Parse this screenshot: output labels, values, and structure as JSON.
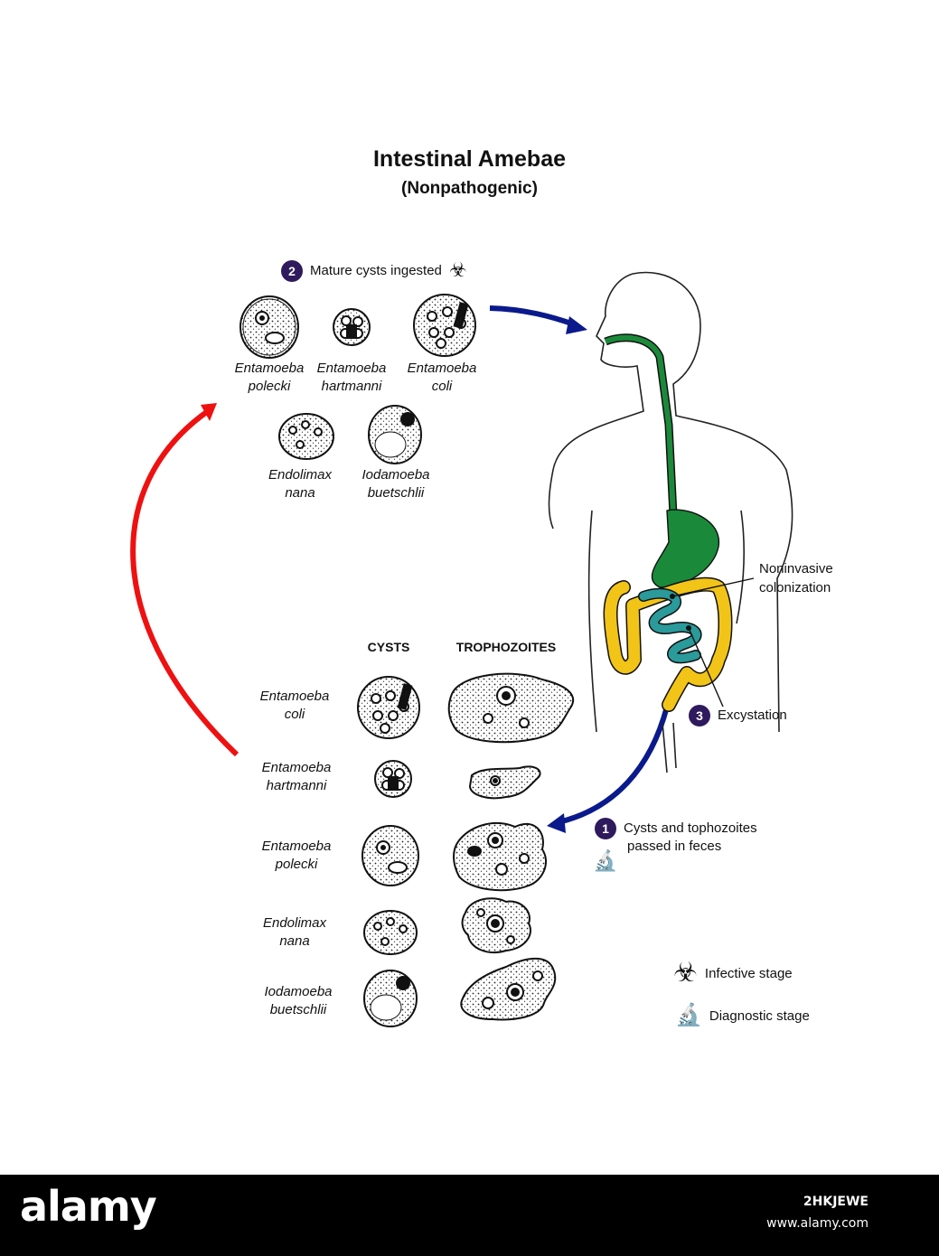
{
  "title": "Intestinal Amebae",
  "subtitle": "(Nonpathogenic)",
  "steps": {
    "step2": {
      "num": "2",
      "text": "Mature cysts ingested"
    },
    "step3": {
      "num": "3",
      "text": "Excystation"
    },
    "step1": {
      "num": "1",
      "line1": "Cysts and tophozoites",
      "line2": "passed in feces"
    }
  },
  "annotations": {
    "colonization_line1": "Noninvasive",
    "colonization_line2": "colonization"
  },
  "top_species": [
    {
      "genus": "Entamoeba",
      "species": "polecki"
    },
    {
      "genus": "Entamoeba",
      "species": "hartmanni"
    },
    {
      "genus": "Entamoeba",
      "species": "coli"
    },
    {
      "genus": "Endolimax",
      "species": "nana"
    },
    {
      "genus": "Iodamoeba",
      "species": "buetschlii"
    }
  ],
  "table": {
    "col_cysts": "CYSTS",
    "col_trophozoites": "TROPHOZOITES",
    "rows": [
      {
        "genus": "Entamoeba",
        "species": "coli"
      },
      {
        "genus": "Entamoeba",
        "species": "hartmanni"
      },
      {
        "genus": "Entamoeba",
        "species": "polecki"
      },
      {
        "genus": "Endolimax",
        "species": "nana"
      },
      {
        "genus": "Iodamoeba",
        "species": "buetschlii"
      }
    ]
  },
  "legend": {
    "infective": "Infective stage",
    "diagnostic": "Diagnostic stage"
  },
  "watermark": {
    "brand": "alamy",
    "image_id": "2HKJEWE",
    "url": "www.alamy.com"
  },
  "colors": {
    "arrow_blue": "#0a1a8c",
    "arrow_red": "#ee1111",
    "gi_green": "#1a8a3a",
    "colon_yellow": "#f2c417",
    "small_int_teal": "#2a9a9a",
    "step_badge": "#2e1a5c"
  }
}
